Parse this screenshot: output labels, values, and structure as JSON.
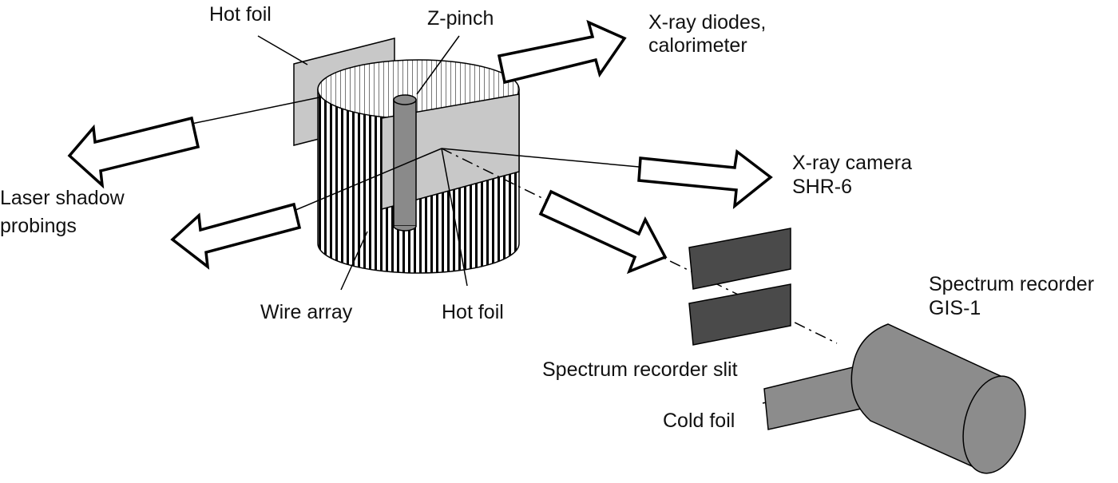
{
  "labels": {
    "hot_foil_top": "Hot foil",
    "z_pinch": "Z-pinch",
    "xray_diodes_1": "X-ray diodes,",
    "xray_diodes_2": "calorimeter",
    "laser_1": "Laser shadow",
    "laser_2": "probings",
    "xray_camera_1": "X-ray camera",
    "xray_camera_2": "SHR-6",
    "wire_array": "Wire array",
    "hot_foil_bottom": "Hot foil",
    "spectrum_recorder_1": "Spectrum recorder",
    "spectrum_recorder_2": "GIS-1",
    "slit": "Spectrum recorder slit",
    "cold_foil": "Cold foil"
  },
  "colors": {
    "foil": "#c8c8c8",
    "pinch": "#8a8a8a",
    "slit": "#4a4a4a",
    "recorder": "#8c8c8c",
    "line": "#000000"
  }
}
